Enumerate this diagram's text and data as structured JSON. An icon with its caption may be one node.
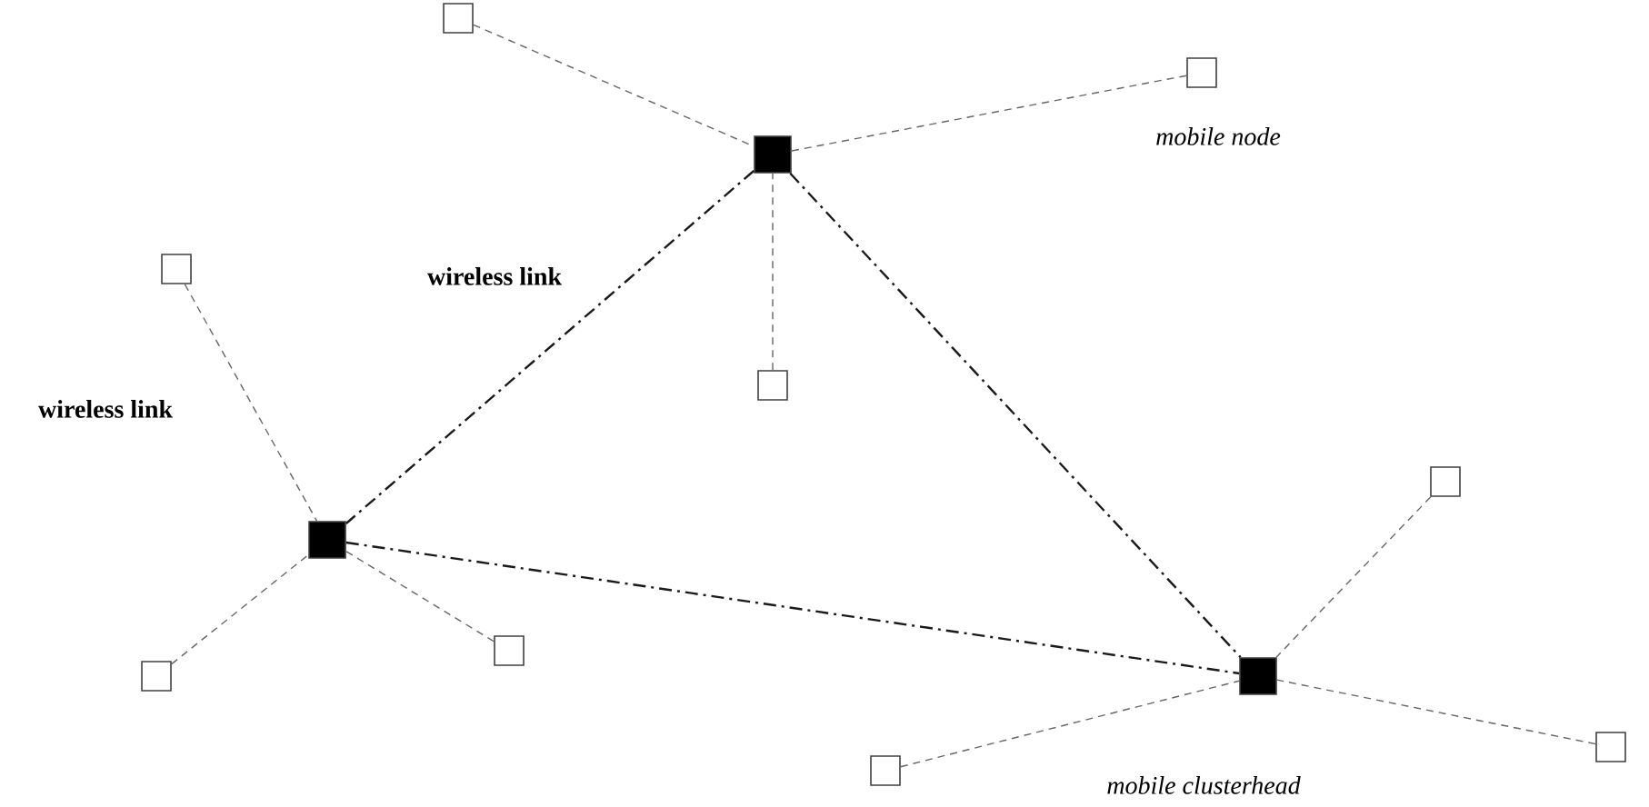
{
  "diagram": {
    "nodes": [
      {
        "text": [],
        "shape": "box"
      },
      {
        "text": [],
        "shape": "box",
        "beside": [
          "mobile node"
        ]
      },
      {
        "text": [],
        "shape": "box"
      },
      {
        "text": [],
        "shape": "box"
      },
      {
        "text": [],
        "shape": "box"
      },
      {
        "text": [],
        "shape": "box"
      },
      {
        "text": [],
        "shape": "box"
      },
      {
        "text": [],
        "shape": "box"
      },
      {
        "text": [],
        "shape": "box"
      },
      {
        "text": [],
        "shape": "box",
        "beside": [
          "mobile clusterhead"
        ]
      },
      {
        "text": [],
        "shape": "box"
      },
      {
        "text": [],
        "shape": "box"
      }
    ],
    "edges": [
      {
        "from": 0,
        "to": 2,
        "arrow": "none",
        "style": "dashed"
      },
      {
        "from": 1,
        "to": 2,
        "arrow": "none",
        "style": "dashed"
      },
      {
        "from": 4,
        "to": 2,
        "arrow": "none",
        "style": "dashed"
      },
      {
        "from": 3,
        "to": 6,
        "arrow": "none",
        "style": "dashed",
        "label": "wireless link"
      },
      {
        "from": 7,
        "to": 6,
        "arrow": "none",
        "style": "dashed"
      },
      {
        "from": 8,
        "to": 6,
        "arrow": "none",
        "style": "dashed"
      },
      {
        "from": 5,
        "to": 9,
        "arrow": "none",
        "style": "dashed"
      },
      {
        "from": 10,
        "to": 9,
        "arrow": "none",
        "style": "dashed"
      },
      {
        "from": 11,
        "to": 9,
        "arrow": "none",
        "style": "dashed"
      },
      {
        "from": 2,
        "to": 6,
        "arrow": "none",
        "style": "dashed",
        "color": "#1a1a1a",
        "label": "wireless link"
      },
      {
        "from": 2,
        "to": 9,
        "arrow": "none",
        "style": "dashed",
        "color": "#1a1a1a"
      },
      {
        "from": 6,
        "to": 9,
        "arrow": "none",
        "style": "dashed",
        "color": "#1a1a1a"
      }
    ]
  }
}
